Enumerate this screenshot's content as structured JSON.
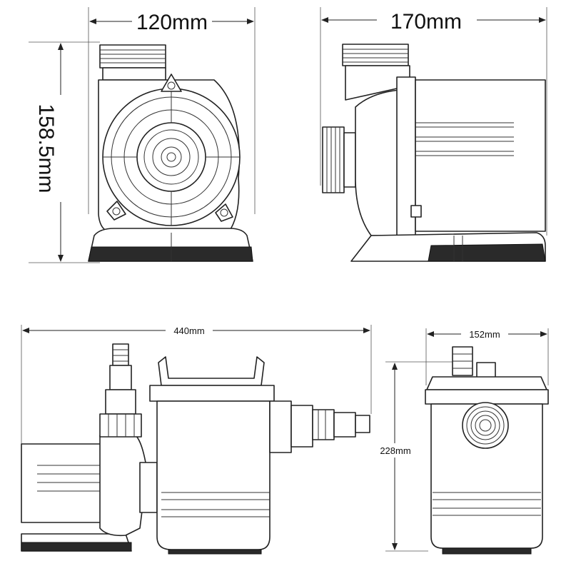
{
  "dimensions": {
    "front_width": "120mm",
    "front_height": "158.5mm",
    "side_length": "170mm",
    "assembly_length": "440mm",
    "filter_width": "152mm",
    "filter_height": "228mm"
  }
}
